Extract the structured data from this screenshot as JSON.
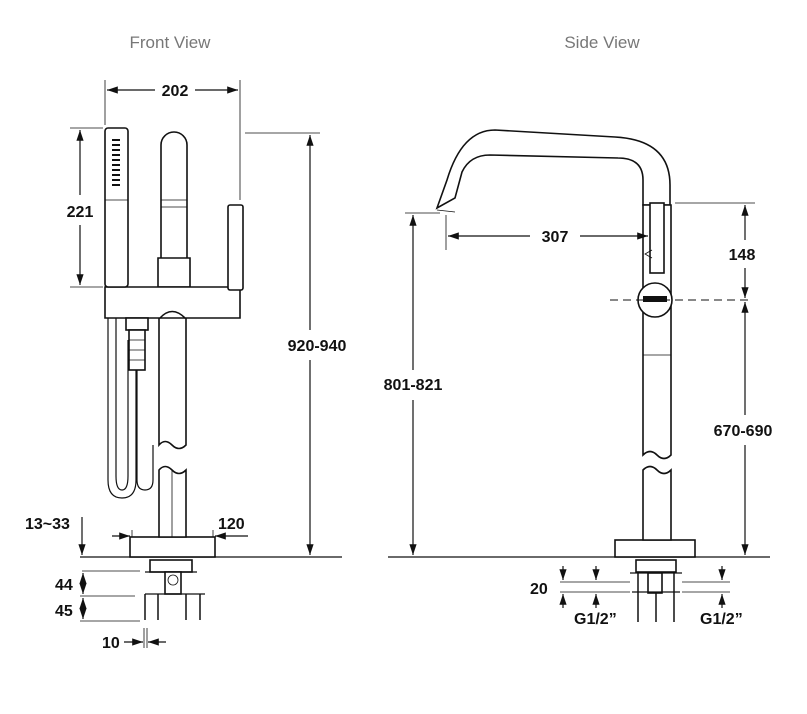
{
  "front_view": {
    "title": "Front View",
    "dimensions": {
      "width_top": "202",
      "handshower_height": "221",
      "total_height": "920-940",
      "floor_thickness": "13~33",
      "base_width": "120",
      "box_depth": "44",
      "anchor_depth": "45",
      "anchor_diameter": "10"
    }
  },
  "side_view": {
    "title": "Side View",
    "dimensions": {
      "spout_reach": "307",
      "spout_to_handle": "148",
      "spout_height": "801-821",
      "handle_height": "670-690",
      "connection_offset": "20",
      "thread_left": "G1/2”",
      "thread_right": "G1/2”"
    }
  }
}
